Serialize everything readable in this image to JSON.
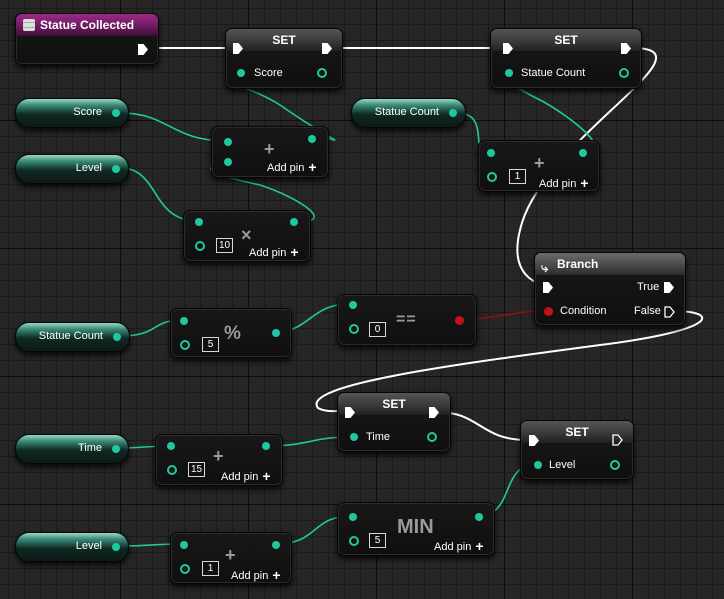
{
  "event_node": {
    "title": "Statue Collected"
  },
  "set_nodes": [
    {
      "title": "SET",
      "var": "Score"
    },
    {
      "title": "SET",
      "var": "Statue Count"
    },
    {
      "title": "SET",
      "var": "Time"
    },
    {
      "title": "SET",
      "var": "Level"
    }
  ],
  "variables": {
    "score": "Score",
    "level_top": "Level",
    "statue_count_top": "Statue Count",
    "statue_count_mid": "Statue Count",
    "time": "Time",
    "level_bottom": "Level"
  },
  "math_nodes": {
    "add_score": {
      "symbol": "+",
      "add_pin": "Add pin",
      "plus": "+"
    },
    "add_statue": {
      "symbol": "+",
      "value": "1",
      "add_pin": "Add pin",
      "plus": "+"
    },
    "multiply": {
      "symbol": "×",
      "value": "10",
      "add_pin": "Add pin",
      "plus": "+"
    },
    "modulo": {
      "symbol": "%",
      "value": "5"
    },
    "equals": {
      "symbol": "==",
      "value": "0"
    },
    "add_time": {
      "symbol": "+",
      "value": "15",
      "add_pin": "Add pin",
      "plus": "+"
    },
    "add_level": {
      "symbol": "+",
      "value": "1",
      "add_pin": "Add pin",
      "plus": "+"
    },
    "min": {
      "symbol": "MIN",
      "value": "5",
      "add_pin": "Add pin",
      "plus": "+"
    }
  },
  "branch_node": {
    "title": "Branch",
    "icon": "branch-icon",
    "condition": "Condition",
    "true": "True",
    "false": "False"
  },
  "colors": {
    "pin_teal": "#1ec9a0",
    "wire_teal": "#1ec9a0",
    "exec_white": "#ffffff",
    "bool_red": "#c0141a",
    "event_purple": "#9a2a86"
  }
}
